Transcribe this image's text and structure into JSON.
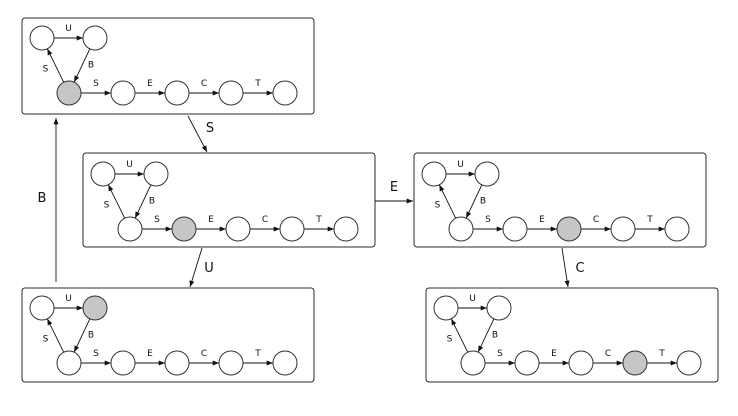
{
  "colors": {
    "node_fill": "#ffffff",
    "node_active_fill": "#c6c6c6",
    "stroke": "#333333"
  },
  "edge_labels": {
    "su": "U",
    "sb": "B",
    "ss": "S",
    "sm": "S",
    "e1": "S",
    "e2": "E",
    "e3": "C",
    "e4": "T"
  },
  "panels": [
    {
      "id": "panel-top-left",
      "active_node": "n3"
    },
    {
      "id": "panel-middle-left",
      "active_node": "n4"
    },
    {
      "id": "panel-middle-right",
      "active_node": "n5"
    },
    {
      "id": "panel-bottom-left",
      "active_node": "n2"
    },
    {
      "id": "panel-bottom-right",
      "active_node": "n6"
    }
  ],
  "transitions": [
    {
      "id": "t-s",
      "label": "S"
    },
    {
      "id": "t-e",
      "label": "E"
    },
    {
      "id": "t-u",
      "label": "U"
    },
    {
      "id": "t-c",
      "label": "C"
    },
    {
      "id": "t-b",
      "label": "B"
    }
  ]
}
